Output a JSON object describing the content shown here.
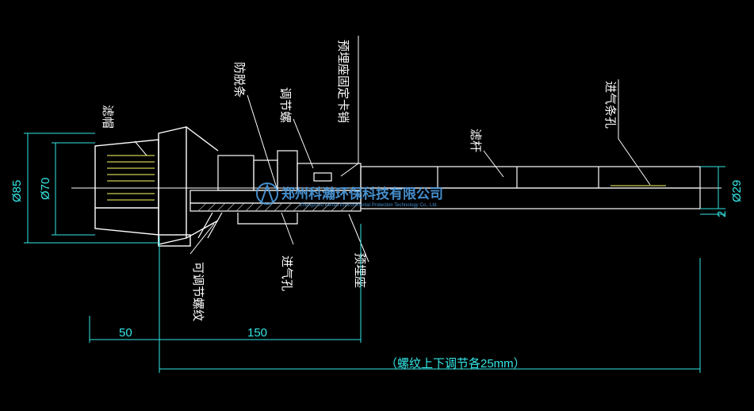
{
  "labels": {
    "filter_cap": "滤帽",
    "anti_drop_strip": "防脱条",
    "adjust_screw": "调节螺",
    "embedded_seat_pin": "预埋座固定卡销",
    "filter_rod": "滤杆",
    "air_inlet_slot": "进气条孔",
    "adjustable_thread": "可调节螺纹",
    "air_inlet_hole": "进气孔",
    "embedded_seat": "预埋座"
  },
  "dimensions": {
    "d85": "Ø85",
    "d70": "Ø70",
    "d29": "Ø29",
    "two": "2",
    "fifty": "50",
    "one_fifty": "150",
    "thread_note": "（螺纹上下调节各25mm）"
  },
  "watermark": {
    "company": "郑州科瀚环保科技有限公司",
    "subtitle": "Zhengzhou Kehan Environmental Protection Technology Co., Ltd."
  },
  "colors": {
    "background": "#000000",
    "lines": "#ffffff",
    "dimension": "#33e6e6",
    "slots": "#ffff66",
    "watermark": "#4d9de0"
  }
}
